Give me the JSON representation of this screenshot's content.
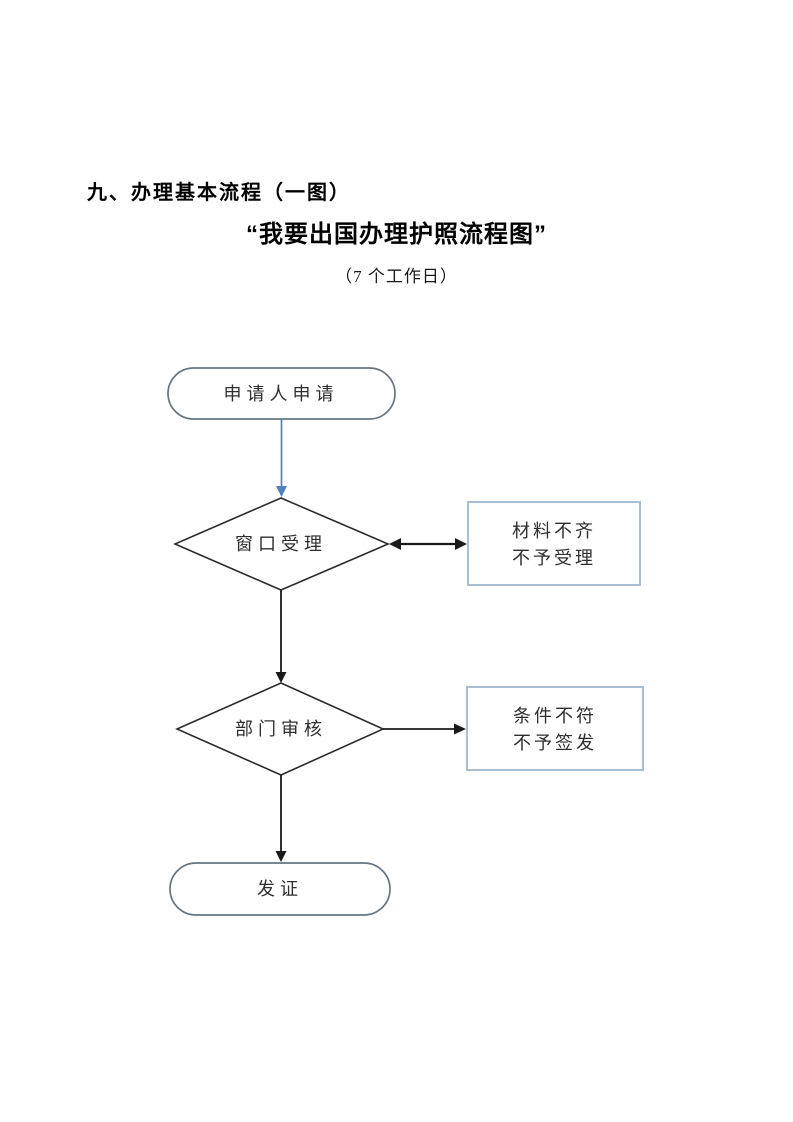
{
  "document": {
    "heading": "九、办理基本流程（一图）",
    "title": "“我要出国办理护照流程图”",
    "subtitle": "（7 个工作日）"
  },
  "flowchart": {
    "start_label": "申请人申请",
    "decision1_label": "窗口受理",
    "note1_line1": "材料不齐",
    "note1_line2": "不予受理",
    "decision2_label": "部门审核",
    "note2_line1": "条件不符",
    "note2_line2": "不予签发",
    "end_label": "发证"
  },
  "colors": {
    "terminator_border": "#66757f",
    "decision_border": "#2b2b2b",
    "process_border": "#a9bfd1",
    "connector_blue": "#4f81bd",
    "connector_black": "#1a1a1a",
    "label_text": "#2e2e2e",
    "page_background": "#ffffff"
  }
}
